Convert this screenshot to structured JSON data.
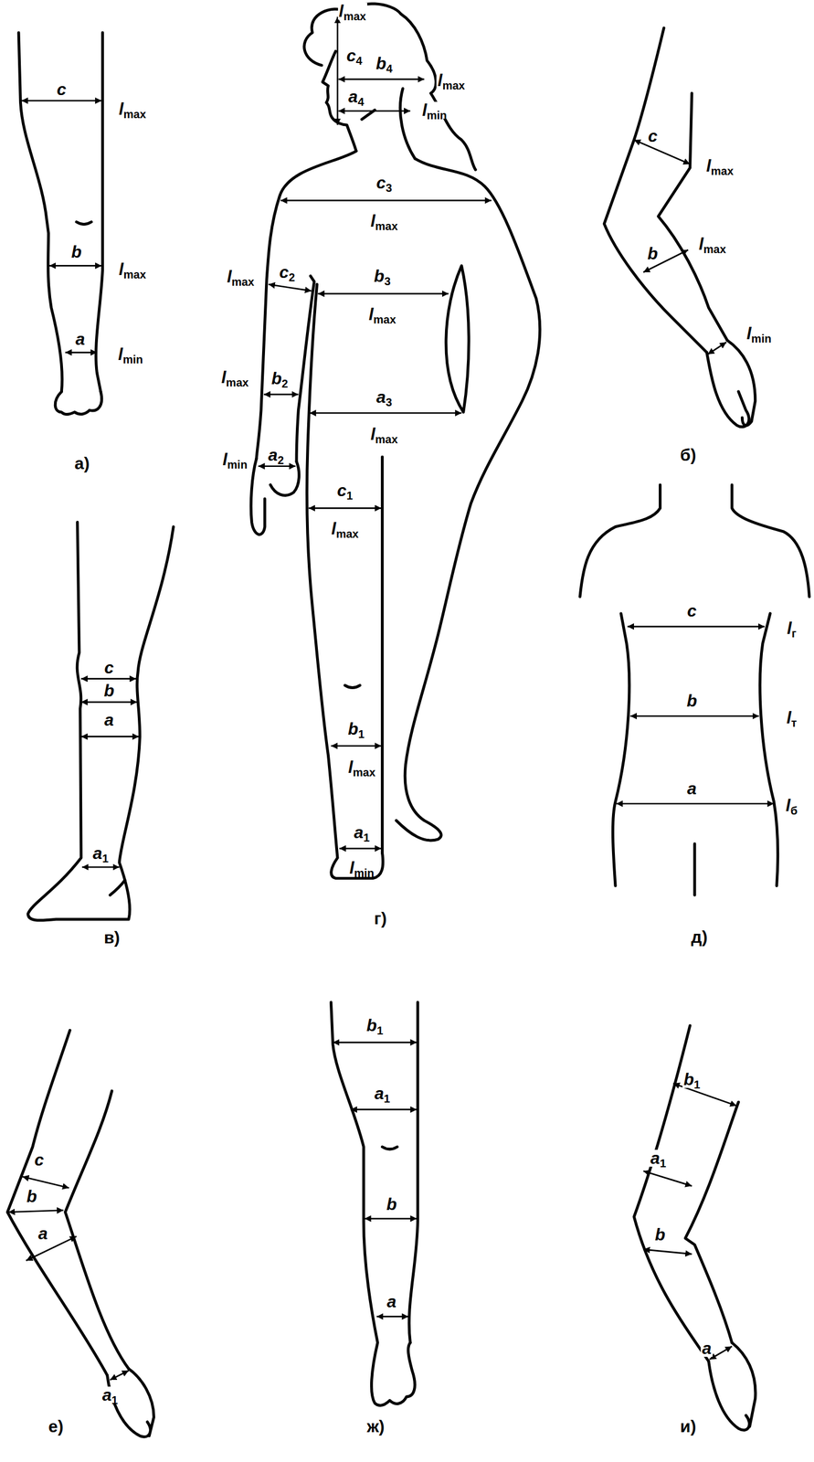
{
  "diagram": {
    "labels": [
      "lmax",
      "c4",
      "b4",
      "lmax",
      "a4",
      "lmin",
      "c",
      "lmax",
      "c",
      "lmax",
      "c3",
      "lmax",
      "b",
      "lmax",
      "b",
      "lmax",
      "lmax",
      "c2",
      "b3",
      "lmax",
      "lmin",
      "a",
      "lmin",
      "lmax",
      "b2",
      "a3",
      "lmax",
      "lmin",
      "a2",
      "а)",
      "б)",
      "c1",
      "lmax",
      "c",
      "lг",
      "c",
      "b",
      "lт",
      "b",
      "a",
      "b1",
      "lmax",
      "a",
      "lб",
      "a1",
      "a1",
      "lmin",
      "г)",
      "в)",
      "д)",
      "b1",
      "b1",
      "a1",
      "c",
      "a1",
      "b",
      "b",
      "a",
      "b",
      "a",
      "a",
      "a1",
      "е)",
      "ж)",
      "и)"
    ]
  }
}
